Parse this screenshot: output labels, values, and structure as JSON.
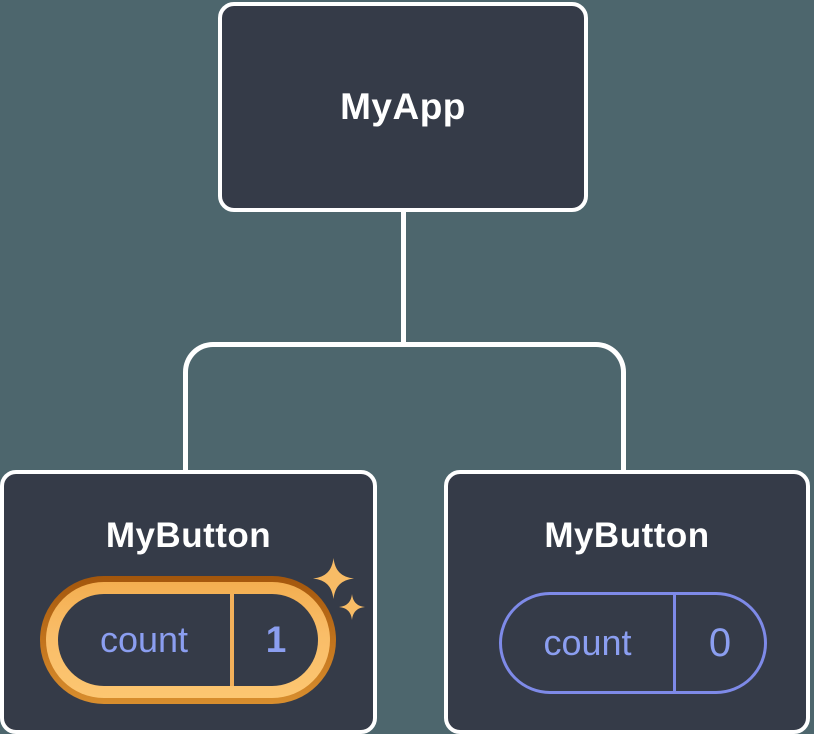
{
  "diagram": {
    "root": {
      "label": "MyApp"
    },
    "children": [
      {
        "label": "MyButton",
        "state": {
          "key": "count",
          "value": "1",
          "highlighted": true
        }
      },
      {
        "label": "MyButton",
        "state": {
          "key": "count",
          "value": "0",
          "highlighted": false
        }
      }
    ]
  },
  "colors": {
    "background": "#4d666d",
    "node_fill": "#353b48",
    "node_border": "#ffffff",
    "state_text": "#8b9ef0",
    "plain_pill_border": "#7e8ae8",
    "highlight_ring_light": "#f9bd68",
    "highlight_ring_dark": "#a3560c",
    "sparkle": "#f8bc66"
  },
  "icons": {
    "sparkle_large": "four-pointed-star",
    "sparkle_small": "four-pointed-star"
  }
}
